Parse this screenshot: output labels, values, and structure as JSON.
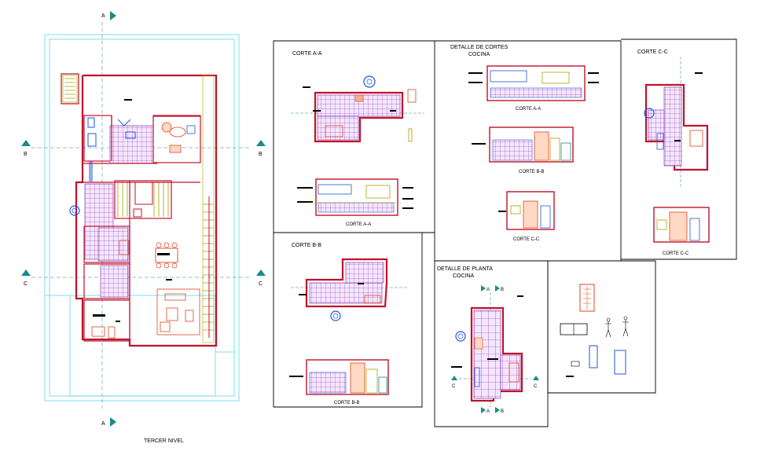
{
  "drawing": {
    "plan_title": "TERCER NIVEL",
    "section_markers": {
      "a_top": "A",
      "a_bottom": "A",
      "b_left": "B",
      "b_right": "B",
      "c_left": "C",
      "c_right": "C"
    },
    "panels": {
      "corte_aa_title": "CORTE A-A",
      "corte_aa_caption": "CORTE A-A",
      "corte_bb_title": "CORTE B-B",
      "corte_bb_caption": "CORTE B-B",
      "detalle_cortes_title_1": "DETALLE DE CORTES",
      "detalle_cortes_title_2": "COCINA",
      "detalle_corte_aa": "CORTE A-A",
      "detalle_corte_bb": "CORTE B-B",
      "detalle_corte_cc": "CORTE C-C",
      "corte_cc_title": "CORTE C-C",
      "corte_cc_caption": "CORTE C-C",
      "detalle_planta_title_1": "DETALLE DE PLANTA",
      "detalle_planta_title_2": "COCINA",
      "dp_a_top": "A",
      "dp_b_top": "B",
      "dp_a_bottom": "A",
      "dp_b_bottom": "B",
      "dp_c_left": "C",
      "dp_c_right": "C"
    }
  },
  "colors": {
    "walls": "#c0122b",
    "tiles": "#7a1fa0",
    "cyan": "#5ad7e6",
    "teal_markers": "#1a8a8a",
    "blue_furniture": "#2255dd",
    "orange_fixtures": "#e0441f"
  }
}
